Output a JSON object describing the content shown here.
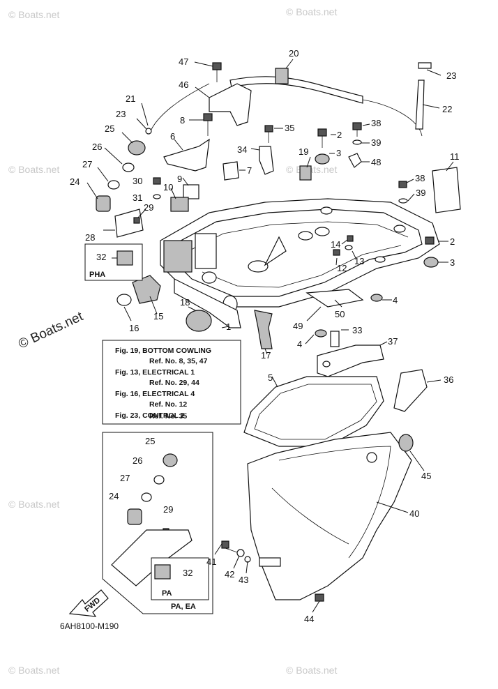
{
  "watermark": "© Boats.net",
  "watermark_small": "© Boats.net",
  "drawing_code": "6AH8100-M190",
  "fwd_label": "FWD",
  "inset_pha_label": "PHA",
  "inset_pa_label": "PA",
  "inset_paea_label": "PA, EA",
  "reference_notes": [
    "Fig. 19, BOTTOM COWLING",
    "Ref. No. 8, 35, 47",
    "Fig. 13, ELECTRICAL 1",
    "Ref. No. 29, 44",
    "Fig. 16, ELECTRICAL 4",
    "Ref. No. 12",
    "Fig. 23, CONTROL 2",
    "Ref. No. 35"
  ],
  "callouts": [
    "1",
    "2",
    "2",
    "3",
    "3",
    "4",
    "4",
    "5",
    "6",
    "7",
    "8",
    "9",
    "10",
    "11",
    "12",
    "13",
    "14",
    "15",
    "16",
    "17",
    "18",
    "19",
    "20",
    "21",
    "22",
    "23",
    "23",
    "24",
    "24",
    "25",
    "25",
    "26",
    "26",
    "27",
    "27",
    "28",
    "29",
    "29",
    "30",
    "31",
    "32",
    "32",
    "33",
    "34",
    "35",
    "36",
    "37",
    "38",
    "38",
    "39",
    "39",
    "40",
    "41",
    "42",
    "43",
    "44",
    "45",
    "46",
    "47",
    "48",
    "49",
    "50"
  ]
}
